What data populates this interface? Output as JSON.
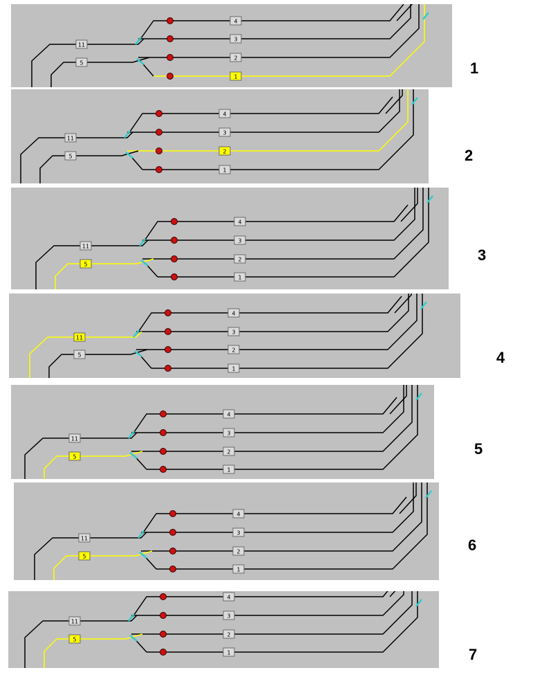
{
  "colors": {
    "background": "#c0c0c0",
    "track": "#000000",
    "route": "#ffff00",
    "switch": "#33cccc",
    "signal": "#cc1111",
    "label_box": "#dcdcdc",
    "label_box_active": "#ffff00"
  },
  "block_labels": {
    "track4": "4",
    "track3": "3",
    "track2": "2",
    "track1": "1",
    "entry11": "11",
    "entry5": "5"
  },
  "steps": [
    {
      "number": "1",
      "active_route": "1"
    },
    {
      "number": "2",
      "active_route": "2"
    },
    {
      "number": "3",
      "active_route": "5"
    },
    {
      "number": "4",
      "active_route": "11"
    },
    {
      "number": "5",
      "active_route": "5"
    },
    {
      "number": "6",
      "active_route": "5"
    },
    {
      "number": "7",
      "active_route": "5"
    }
  ]
}
